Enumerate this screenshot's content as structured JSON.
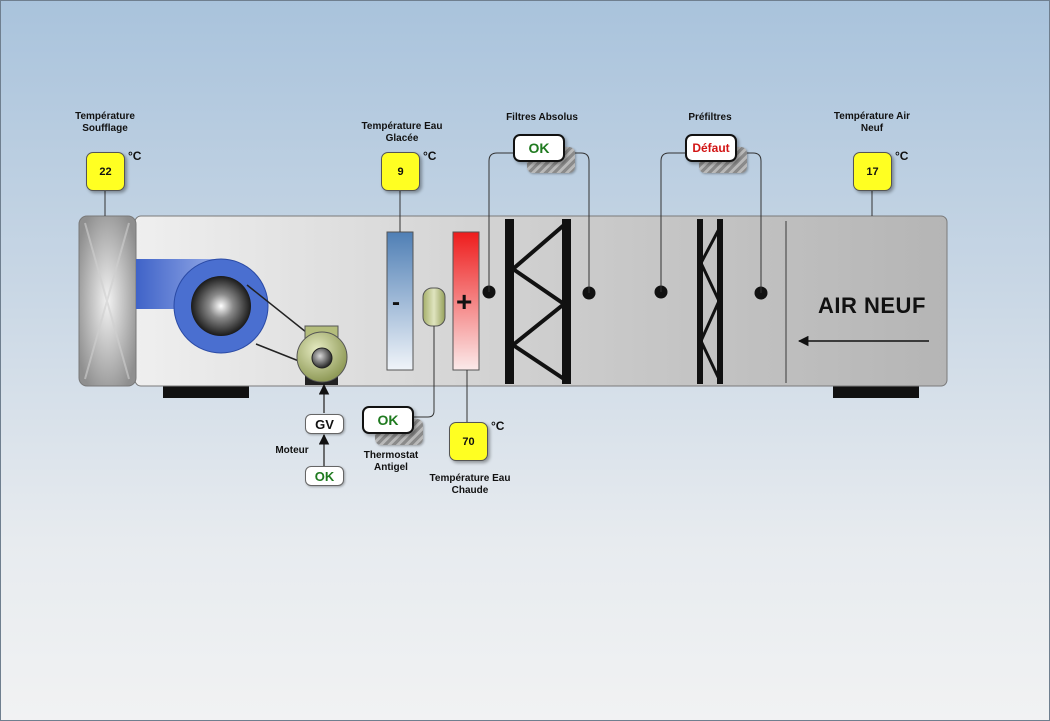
{
  "labels": {
    "temp_soufflage": "Température Soufflage",
    "temp_eau_glacee": "Température Eau Glacée",
    "filtres_absolus": "Filtres Absolus",
    "prefiltres": "Préfiltres",
    "temp_air_neuf": "Température Air Neuf",
    "moteur": "Moteur",
    "thermostat_antigel": "Thermostat Antigel",
    "temp_eau_chaude": "Température Eau Chaude",
    "air_neuf": "AIR NEUF"
  },
  "unit": "°C",
  "values": {
    "temp_soufflage": "22",
    "temp_eau_glacee": "9",
    "temp_air_neuf": "17",
    "temp_eau_chaude": "70"
  },
  "status": {
    "filtres_absolus": "OK",
    "prefiltres": "Défaut",
    "thermostat_antigel": "OK",
    "moteur_gv": "GV",
    "moteur_state": "OK"
  },
  "coils": {
    "cold_sign": "-",
    "hot_sign": "+"
  },
  "colors": {
    "temp_display": "#ffff22",
    "status_ok": "#1f7a1f",
    "status_fault": "#d21414",
    "cold_coil": "#4f7fb5",
    "hot_coil": "#ee1c1c",
    "fan_blue": "#4a6fd0"
  }
}
